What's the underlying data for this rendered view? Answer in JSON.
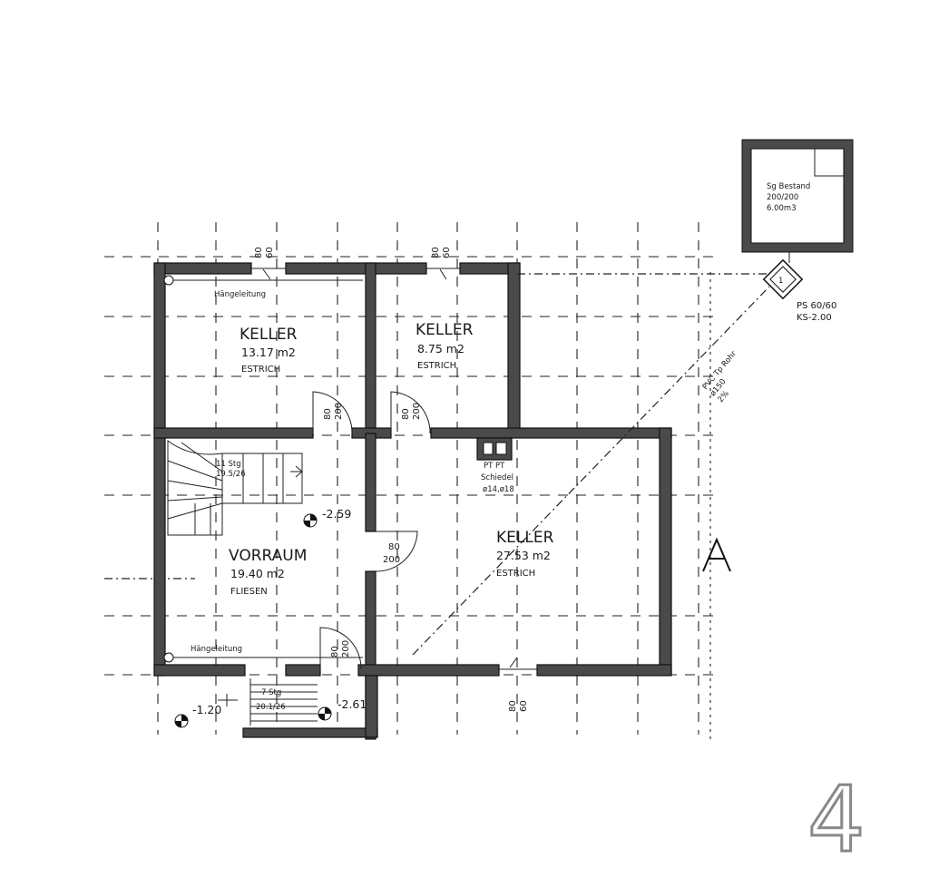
{
  "rooms": {
    "keller1": {
      "name": "KELLER",
      "area": "13.17 m2",
      "floor": "ESTRICH"
    },
    "keller2": {
      "name": "KELLER",
      "area": "8.75 m2",
      "floor": "ESTRICH"
    },
    "keller3": {
      "name": "KELLER",
      "area": "27.53 m2",
      "floor": "ESTRICH"
    },
    "vorraum": {
      "name": "VORRAUM",
      "area": "19.40 m2",
      "floor": "FLIESEN"
    }
  },
  "tank": {
    "line1": "Sg Bestand",
    "line2": "200/200",
    "line3": "6.00m3"
  },
  "pump": {
    "line1": "PS 60/60",
    "line2": "KS-2.00"
  },
  "pipe": {
    "line1": "PVC Tp Rohr",
    "line2": "ø150",
    "line3": "2%"
  },
  "chimney": {
    "line1": "PT  PT",
    "line2": "Schiedel",
    "line3": "ø14,ø18"
  },
  "pipes": {
    "top": "Hängeleitung",
    "bottom": "Hängeleitung"
  },
  "stairs": {
    "upper_1": "11 Stg",
    "upper_2": "19.5/26",
    "lower_1": "7 Stg",
    "lower_2": "20.1/26"
  },
  "levels": {
    "vorraum": "-2.59",
    "outside": "-1.20",
    "lower": "-2.61"
  },
  "doors": {
    "window_top_left": {
      "w": "80",
      "h": "60"
    },
    "window_top_mid": {
      "w": "80",
      "h": "60"
    },
    "window_bottom": {
      "w": "80",
      "h": "60"
    },
    "door_keller1": {
      "w": "80",
      "h": "200"
    },
    "door_keller2": {
      "w": "80",
      "h": "200"
    },
    "door_keller3": {
      "w": "80",
      "h": "200"
    },
    "door_exit": {
      "w": "80",
      "h": "200"
    }
  },
  "section_marker": "A",
  "page_number": "4"
}
